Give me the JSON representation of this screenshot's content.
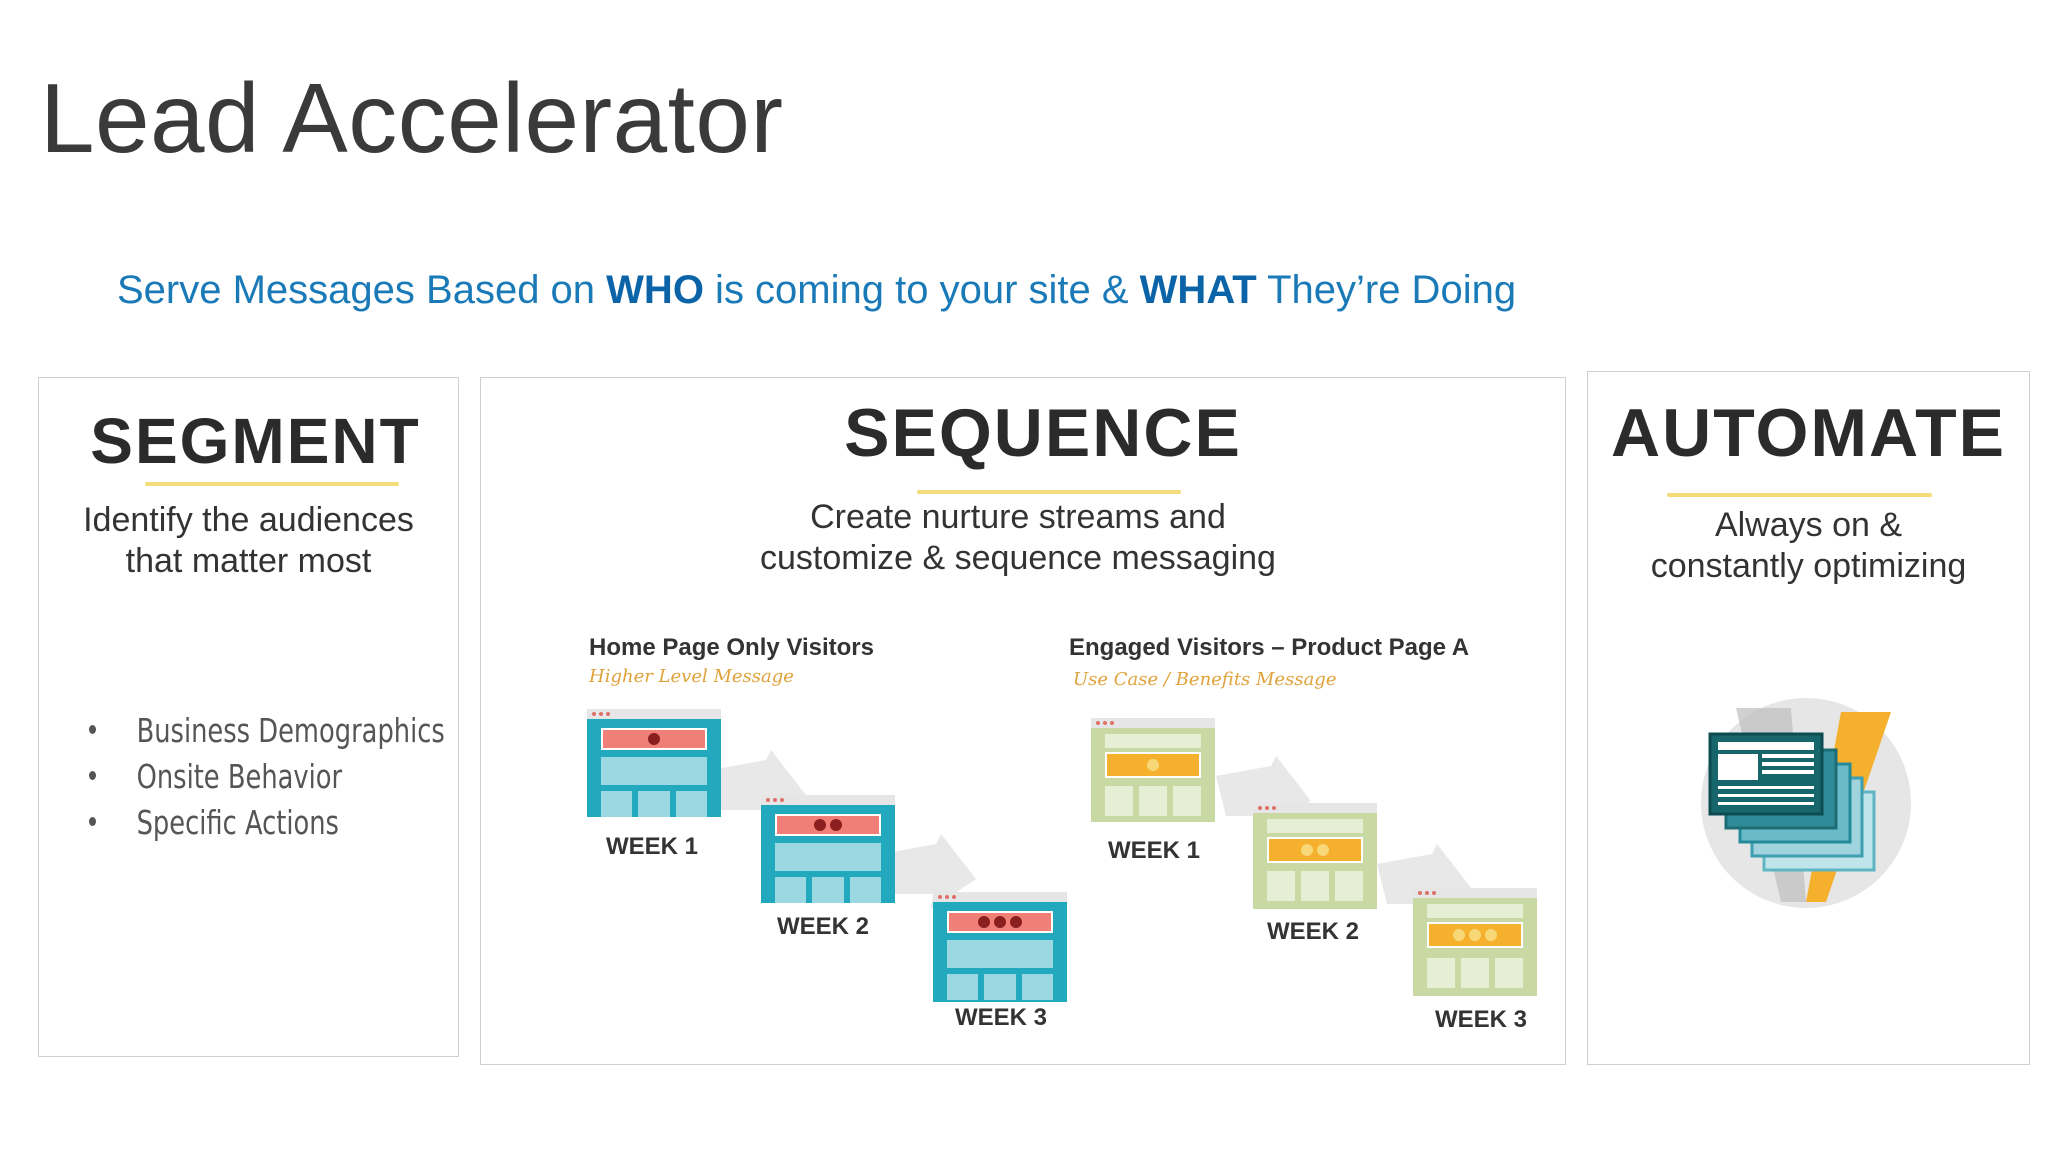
{
  "title": "Lead Accelerator",
  "subtitle": {
    "part1": "Serve Messages Based on ",
    "who": "WHO",
    "part2": " is coming to your site & ",
    "what": "WHAT",
    "part3": " They’re Doing"
  },
  "segment": {
    "heading": "SEGMENT",
    "desc_line1": "Identify the audiences",
    "desc_line2": "that matter most",
    "bullets": [
      "Business Demographics",
      "Onsite Behavior",
      "Specific Actions"
    ]
  },
  "sequence": {
    "heading": "SEQUENCE",
    "desc_line1": "Create nurture streams and",
    "desc_line2": "customize & sequence messaging",
    "streams": [
      {
        "title": "Home Page Only Visitors",
        "subtitle": "Higher Level Message",
        "weeks": [
          "WEEK 1",
          "WEEK 2",
          "WEEK 3"
        ]
      },
      {
        "title": "Engaged Visitors – Product Page A",
        "subtitle": "Use Case / Benefits Message",
        "weeks": [
          "WEEK 1",
          "WEEK 2",
          "WEEK 3"
        ]
      }
    ]
  },
  "automate": {
    "heading": "AUTOMATE",
    "desc_line1": "Always on &",
    "desc_line2": "constantly optimizing"
  },
  "colors": {
    "title": "#3a3a3a",
    "subtitle": "#1a7ab8",
    "accent_underline": "#f4dc7a",
    "teal": "#22a9bd",
    "teal_bar": "#f08077",
    "green": "#c8d9a4",
    "orange": "#f5b02e",
    "dark_teal": "#16666c"
  }
}
